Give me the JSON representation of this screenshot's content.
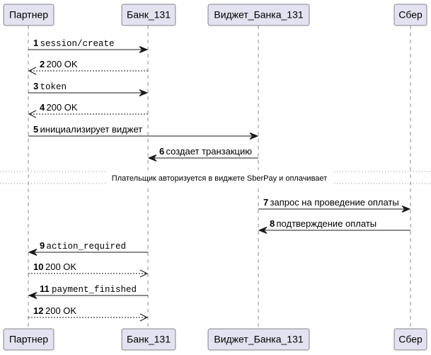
{
  "participants": [
    {
      "id": "partner",
      "label": "Партнер"
    },
    {
      "id": "bank",
      "label": "Банк_131"
    },
    {
      "id": "widget",
      "label": "Виджет_Банка_131"
    },
    {
      "id": "sber",
      "label": "Сбер"
    }
  ],
  "messages": [
    {
      "num": "1",
      "from": "partner",
      "to": "bank",
      "text": "session/create",
      "style": "solid",
      "mono": true
    },
    {
      "num": "2",
      "from": "bank",
      "to": "partner",
      "text": "200 OK",
      "style": "dashed",
      "mono": false
    },
    {
      "num": "3",
      "from": "partner",
      "to": "bank",
      "text": "token",
      "style": "solid",
      "mono": true
    },
    {
      "num": "4",
      "from": "bank",
      "to": "partner",
      "text": "200 OK",
      "style": "dashed",
      "mono": false
    },
    {
      "num": "5",
      "from": "partner",
      "to": "widget",
      "text": "инициализирует виджет",
      "style": "solid",
      "mono": false
    },
    {
      "num": "6",
      "from": "widget",
      "to": "bank",
      "text": "создает транзакцию",
      "style": "solid",
      "mono": false
    },
    {
      "num": "7",
      "from": "widget",
      "to": "sber",
      "text": "запрос на проведение оплаты",
      "style": "solid",
      "mono": false
    },
    {
      "num": "8",
      "from": "sber",
      "to": "widget",
      "text": "подтверждение оплаты",
      "style": "solid",
      "mono": false
    },
    {
      "num": "9",
      "from": "bank",
      "to": "partner",
      "text": "action_required",
      "style": "solid",
      "mono": true
    },
    {
      "num": "10",
      "from": "partner",
      "to": "bank",
      "text": "200 OK",
      "style": "dashed",
      "mono": false
    },
    {
      "num": "11",
      "from": "bank",
      "to": "partner",
      "text": "payment_finished",
      "style": "solid",
      "mono": true
    },
    {
      "num": "12",
      "from": "partner",
      "to": "bank",
      "text": "200 OK",
      "style": "dashed",
      "mono": false
    }
  ],
  "divider": {
    "text": "Плательщик авторизуется в виджете SberPay и оплачивает"
  }
}
